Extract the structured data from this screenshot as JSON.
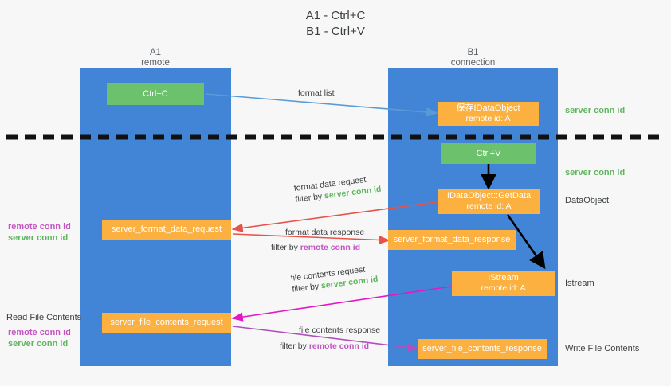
{
  "title": {
    "line1": "A1 - Ctrl+C",
    "line2": "B1 - Ctrl+V"
  },
  "lanes": [
    {
      "name": "A1",
      "sub": "remote"
    },
    {
      "name": "B1",
      "sub": "connection"
    }
  ],
  "colors": {
    "lane": "#4285d6",
    "green_box": "#6cc26c",
    "orange_box": "#fbb040",
    "green_text": "#5fb65f",
    "purple_text": "#c355c3",
    "arrow_blue": "#5b9bd5",
    "arrow_red": "#e8524a",
    "arrow_magenta": "#e516c4",
    "arrow_purple": "#b24fc0",
    "arrow_black": "#000000",
    "divider": "#111111"
  },
  "boxes": {
    "ctrl_c": {
      "label": "Ctrl+C"
    },
    "ctrl_v": {
      "label": "Ctrl+V"
    },
    "save_dataobject": {
      "line1": "保存IDataObject",
      "line2": "remote id: A"
    },
    "getdata": {
      "line1": "IDataObject::GetData",
      "line2": "remote id: A"
    },
    "istream": {
      "line1": "IStream",
      "line2": "remote id: A"
    },
    "format_data_request": {
      "label": "server_format_data_request"
    },
    "format_data_response": {
      "label": "server_format_data_response"
    },
    "file_contents_request": {
      "label": "server_file_contents_request"
    },
    "file_contents_response": {
      "label": "server_file_contents_response"
    }
  },
  "flow_labels": {
    "format_list": {
      "text": "format list"
    },
    "format_data_request": {
      "line1": "format data request",
      "filter_prefix": "filter by ",
      "filter_key": "server conn id"
    },
    "format_data_response": {
      "line1": "format data response",
      "filter_prefix": "filter by ",
      "filter_key": "remote conn id"
    },
    "file_contents_request": {
      "line1": "file contents request",
      "filter_prefix": "filter by ",
      "filter_key": "server conn id"
    },
    "file_contents_response": {
      "line1": "file contents response",
      "filter_prefix": "filter by ",
      "filter_key": "remote conn id"
    }
  },
  "right_annotations": {
    "server_conn_top": "server conn id",
    "server_conn_second": "server conn id",
    "dataobject": "DataObject",
    "istream": "Istream",
    "write_file_contents": "Write File Contents"
  },
  "left_annotations": {
    "mid_remote": "remote conn id",
    "mid_server": "server conn id",
    "read_file_contents": "Read File Contents",
    "bottom_remote": "remote conn id",
    "bottom_server": "server conn id"
  }
}
